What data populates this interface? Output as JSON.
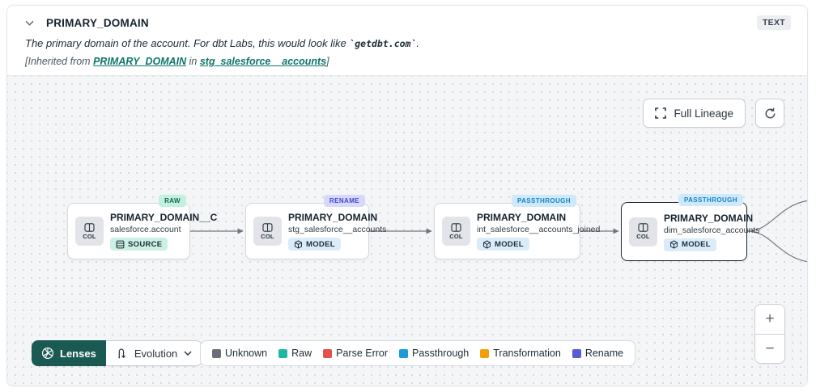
{
  "header": {
    "title": "PRIMARY_DOMAIN",
    "type_badge": "TEXT",
    "description_prefix": "The primary domain of the account. For dbt Labs, this would look like ",
    "description_code": "`getdbt.com`",
    "description_suffix": ".",
    "inherited_prefix": "[Inherited from ",
    "inherited_link_column": "PRIMARY_DOMAIN",
    "inherited_middle": " in ",
    "inherited_link_model": "stg_salesforce__accounts",
    "inherited_suffix": "]"
  },
  "toolbar": {
    "full_lineage_label": "Full Lineage"
  },
  "canvas": {
    "nodes": [
      {
        "badge": "RAW",
        "badge_bg": "#c3f1e0",
        "badge_fg": "#116658",
        "title": "PRIMARY_DOMAIN__C",
        "subtitle": "salesforce.account",
        "tag": "SOURCE",
        "col_label": "COL"
      },
      {
        "badge": "RENAME",
        "badge_bg": "#d7d9fb",
        "badge_fg": "#4447c6",
        "title": "PRIMARY_DOMAIN",
        "subtitle": "stg_salesforce__accounts",
        "tag": "MODEL",
        "col_label": "COL"
      },
      {
        "badge": "PASSTHROUGH",
        "badge_bg": "#cfe9fa",
        "badge_fg": "#1583c6",
        "title": "PRIMARY_DOMAIN",
        "subtitle": "int_salesforce__accounts_joined",
        "tag": "MODEL",
        "col_label": "COL"
      },
      {
        "badge": "PASSTHROUGH",
        "badge_bg": "#cfe9fa",
        "badge_fg": "#1583c6",
        "title": "PRIMARY_DOMAIN",
        "subtitle": "dim_salesforce_accounts",
        "tag": "MODEL",
        "col_label": "COL"
      }
    ]
  },
  "lenses": {
    "button_label": "Lenses",
    "selected_lens": "Evolution"
  },
  "legend": {
    "items": [
      {
        "label": "Unknown",
        "color": "#6a6e76"
      },
      {
        "label": "Raw",
        "color": "#21b6a2"
      },
      {
        "label": "Parse Error",
        "color": "#e25050"
      },
      {
        "label": "Passthrough",
        "color": "#1d9bd8"
      },
      {
        "label": "Transformation",
        "color": "#f1a008"
      },
      {
        "label": "Rename",
        "color": "#5a5cd5"
      }
    ]
  },
  "zoom_controls": {
    "zoom_in": "+",
    "zoom_out": "−"
  },
  "colors": {
    "lenses_button_bg": "#1b5a52",
    "link_teal": "#0e7569",
    "edge_gray": "#70767e",
    "canvas_bg": "#f4f5f7"
  }
}
